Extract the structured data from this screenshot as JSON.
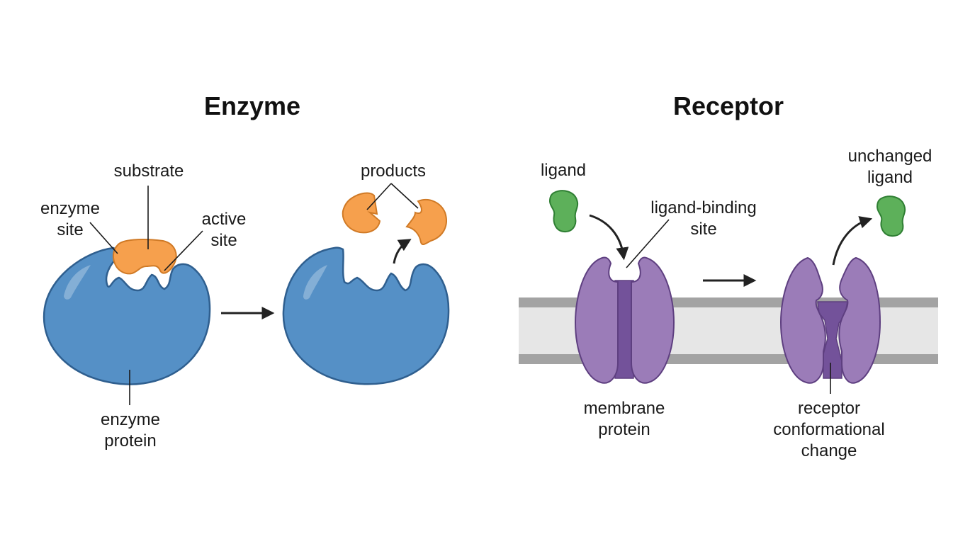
{
  "enzyme_panel": {
    "title": "Enzyme",
    "labels": {
      "substrate": "substrate",
      "enzyme_site_line1": "enzyme",
      "enzyme_site_line2": "site",
      "active_site_line1": "active",
      "active_site_line2": "site",
      "enzyme_protein_line1": "enzyme",
      "enzyme_protein_line2": "protein",
      "products": "products"
    }
  },
  "receptor_panel": {
    "title": "Receptor",
    "labels": {
      "ligand": "ligand",
      "binding_site_line1": "ligand-binding",
      "binding_site_line2": "site",
      "unchanged_ligand_line1": "unchanged",
      "unchanged_ligand_line2": "ligand",
      "membrane_protein_line1": "membrane",
      "membrane_protein_line2": "protein",
      "conformational_change_line1": "receptor",
      "conformational_change_line2": "conformational",
      "conformational_change_line3": "change"
    }
  },
  "colors": {
    "enzyme_fill": "#5590c6",
    "enzyme_stroke": "#2f5f8f",
    "substrate_fill": "#f6a04d",
    "substrate_stroke": "#d07a26",
    "ligand_fill": "#5db05a",
    "ligand_stroke": "#2f7f33",
    "receptor_fill": "#9b7cb8",
    "receptor_stroke": "#5e3f80",
    "receptor_channel": "#73529a",
    "membrane_band": "#a3a3a3",
    "membrane_core": "#e6e6e6"
  }
}
